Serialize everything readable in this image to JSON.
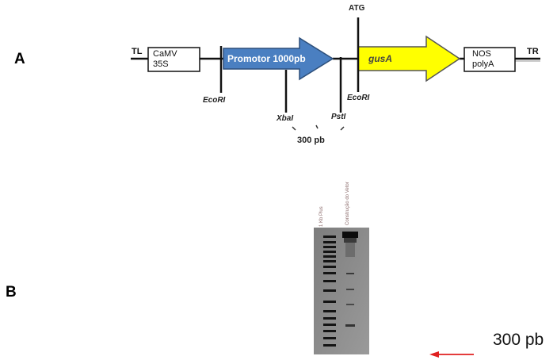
{
  "panels": {
    "a": "A",
    "b": "B"
  },
  "construct": {
    "tl": "TL",
    "tr": "TR",
    "camv_line1": "CaMV",
    "camv_line2": "35S",
    "promoter": "Promotor 1000pb",
    "gusa": "gusA",
    "nos_line1": "NOS",
    "nos_line2": "polyA",
    "atg": "ATG",
    "ecori_left": "EcoRI",
    "xbai": "XbaI",
    "psti": "PstI",
    "ecori_right": "EcoRI",
    "fragment_size": "300 pb"
  },
  "gel": {
    "lane1_label": "1 Kb Plus",
    "lane2_label": "Construção do Vetor",
    "marker_label": "300 pb"
  },
  "colors": {
    "promoter_fill": "#4a7fc1",
    "gusa_fill": "#ffff00",
    "marker_arrow": "#e02020",
    "gel_bg": "#8c8c8c"
  }
}
